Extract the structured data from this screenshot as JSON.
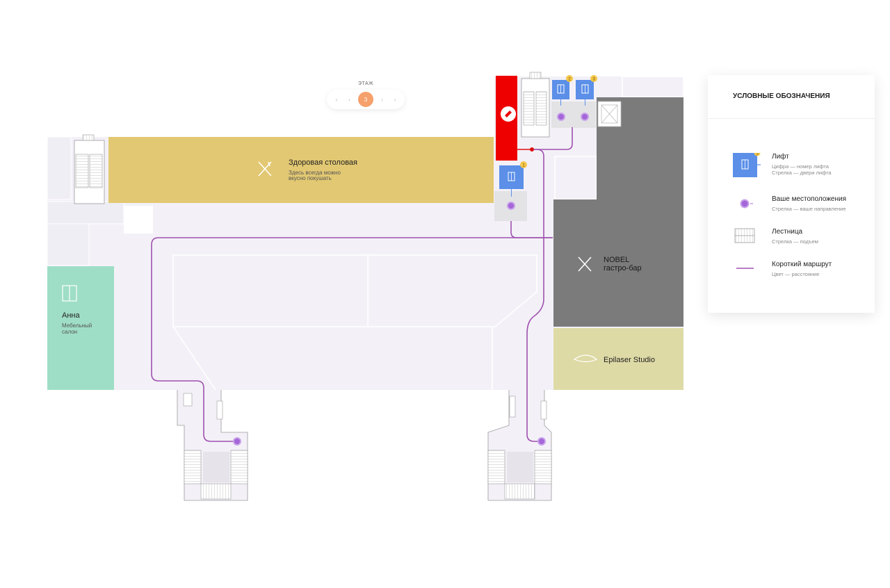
{
  "floor_switcher": {
    "label": "ЭТАЖ",
    "prev_far": "‹",
    "prev": "‹",
    "current": "3",
    "next": "›",
    "next_far": "›"
  },
  "legend": {
    "title": "УСЛОВНЫЕ ОБОЗНАЧЕНИЯ",
    "items": [
      {
        "icon": "elevator-icon",
        "name": "Лифт",
        "desc_line1": "Цифра — номер лифта",
        "desc_line2": "Стрелка — двери лифта",
        "badge": "1"
      },
      {
        "icon": "location-dot-icon",
        "name": "Ваше местоположения",
        "desc_line1": "Стрелка — ваше направление",
        "desc_line2": ""
      },
      {
        "icon": "stairs-icon",
        "name": "Лестница",
        "desc_line1": "Стрелка — подъем",
        "desc_line2": ""
      },
      {
        "icon": "route-line-icon",
        "name": "Короткий маршрут",
        "desc_line1": "Цвет — расстояние",
        "desc_line2": ""
      }
    ]
  },
  "shops": {
    "canteen": {
      "name": "Здоровая столовая",
      "desc_line1": "Здесь всегда можно",
      "desc_line2": "вкусно покушать",
      "icon": "fork-knife-icon"
    },
    "anna": {
      "name": "Анна",
      "desc_line1": "Мебельный",
      "desc_line2": "салон",
      "icon": "wardrobe-icon"
    },
    "nobel": {
      "name_line1": "NOBEL",
      "name_line2": "гастро-бар",
      "icon": "fork-knife-icon"
    },
    "epilaser": {
      "name": "Epilaser Studio",
      "icon": "eye-lash-icon"
    },
    "service": {
      "icon": "wrench-icon"
    }
  },
  "elevators": [
    {
      "number": "1"
    },
    {
      "number": "2"
    },
    {
      "number": "3"
    }
  ],
  "colors": {
    "canteen": "#e2c872",
    "anna": "#9fdec6",
    "nobel": "#7b7b7b",
    "epilaser": "#dedaa6",
    "service": "#ee0000",
    "corridor": "#f3f1f7",
    "elevator": "#5b8fe8",
    "route": "#a050b0",
    "location": "#a466d8",
    "badge": "#f4c64a"
  }
}
